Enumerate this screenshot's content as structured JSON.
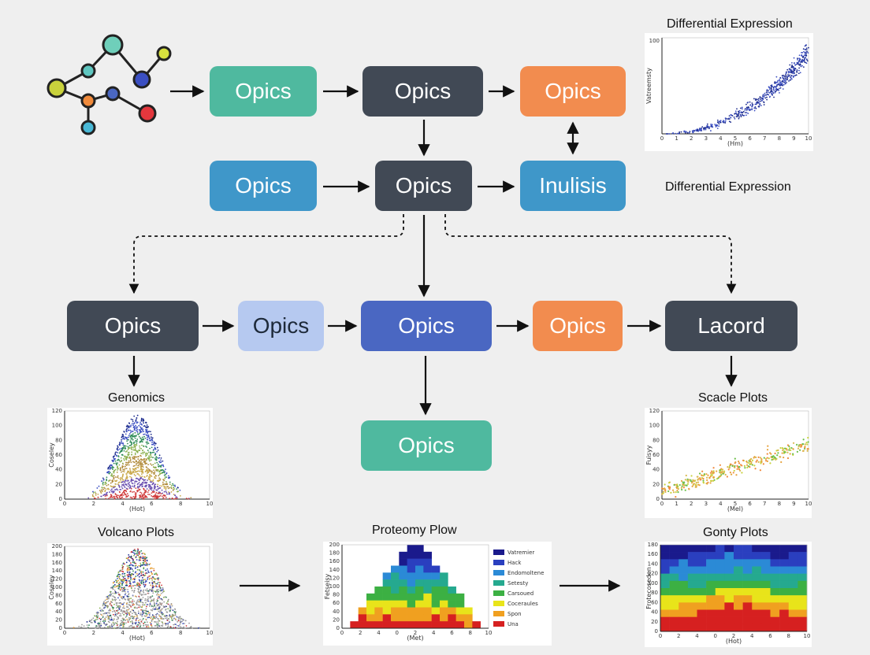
{
  "boxes": {
    "row1_teal": "Opics",
    "row1_dark": "Opics",
    "row1_orange": "Opics",
    "row2_blue": "Opics",
    "row2_dark": "Opics",
    "row2_blue_right": "Inulisis",
    "row3_dark": "Opics",
    "row3_lightblue": "Opics",
    "row3_royal": "Opics",
    "row3_orange": "Opics",
    "row3_lacord": "Lacord",
    "row4_teal": "Opics"
  },
  "labels": {
    "diff_expr_top": "Differential Expression",
    "diff_expr_mid": "Differential Expression",
    "genomics": "Genomics",
    "scacle": "Scacle Plots",
    "volcano": "Volcano Plots",
    "proteomy": "Proteomy Plow",
    "gonty": "Gonty Plots"
  },
  "plots": {
    "diff": {
      "ylabel": "Vatreemsty",
      "xlabel": "(Hm)",
      "xticks": [
        "0",
        "1",
        "2",
        "3",
        "4",
        "5",
        "6",
        "7",
        "8",
        "9",
        "10"
      ],
      "yticks": [
        "100"
      ]
    },
    "genomics": {
      "ylabel": "Coseley",
      "xlabel": "(Hot)",
      "xticks": [
        "0",
        "2",
        "4",
        "6",
        "8",
        "10"
      ],
      "yticks": [
        "0",
        "20",
        "40",
        "60",
        "80",
        "100",
        "120"
      ]
    },
    "scacle": {
      "ylabel": "Fuisyy",
      "xlabel": "(Mel)",
      "xticks": [
        "0",
        "1",
        "2",
        "3",
        "4",
        "5",
        "6",
        "7",
        "8",
        "9",
        "10"
      ],
      "yticks": [
        "0",
        "20",
        "40",
        "60",
        "80",
        "100",
        "120"
      ]
    },
    "volcano": {
      "ylabel": "Coseley",
      "xlabel": "(Hot)",
      "xticks": [
        "0",
        "2",
        "4",
        "6",
        "8",
        "10"
      ],
      "yticks": [
        "0",
        "20",
        "40",
        "60",
        "80",
        "100",
        "120",
        "140",
        "160",
        "180",
        "200"
      ]
    },
    "proteomy": {
      "ylabel": "Fetseisy",
      "xlabel": "(Met)",
      "xticks": [
        "0",
        "2",
        "4",
        "0",
        "2",
        "4",
        "6",
        "8",
        "10"
      ],
      "yticks": [
        "0",
        "20",
        "40",
        "60",
        "80",
        "100",
        "120",
        "140",
        "160",
        "180",
        "200"
      ]
    },
    "gonty": {
      "ylabel": "Frotecoseden",
      "xlabel": "(Hot)",
      "xticks": [
        "0",
        "2",
        "4",
        "0",
        "2",
        "4",
        "6",
        "8",
        "10"
      ],
      "yticks": [
        "0",
        "20",
        "40",
        "60",
        "80",
        "100",
        "120",
        "140",
        "160",
        "180"
      ]
    }
  },
  "legend_proteomy": [
    "Vatremier",
    "Hack",
    "Endomoltene",
    "Setesty",
    "Carsoued",
    "Coceraules",
    "Spon",
    "Una"
  ],
  "legend_colors": [
    "#1a1a8c",
    "#2a3fbf",
    "#2b8ad6",
    "#25a98f",
    "#3cb043",
    "#e8e41a",
    "#f0a020",
    "#d62020"
  ],
  "colors": {
    "teal": "#4fb99f",
    "dark": "#414955",
    "orange": "#f28c4f",
    "blue": "#3f97c9",
    "royal": "#4a67c2",
    "lightblue": "#b6c9f0"
  }
}
